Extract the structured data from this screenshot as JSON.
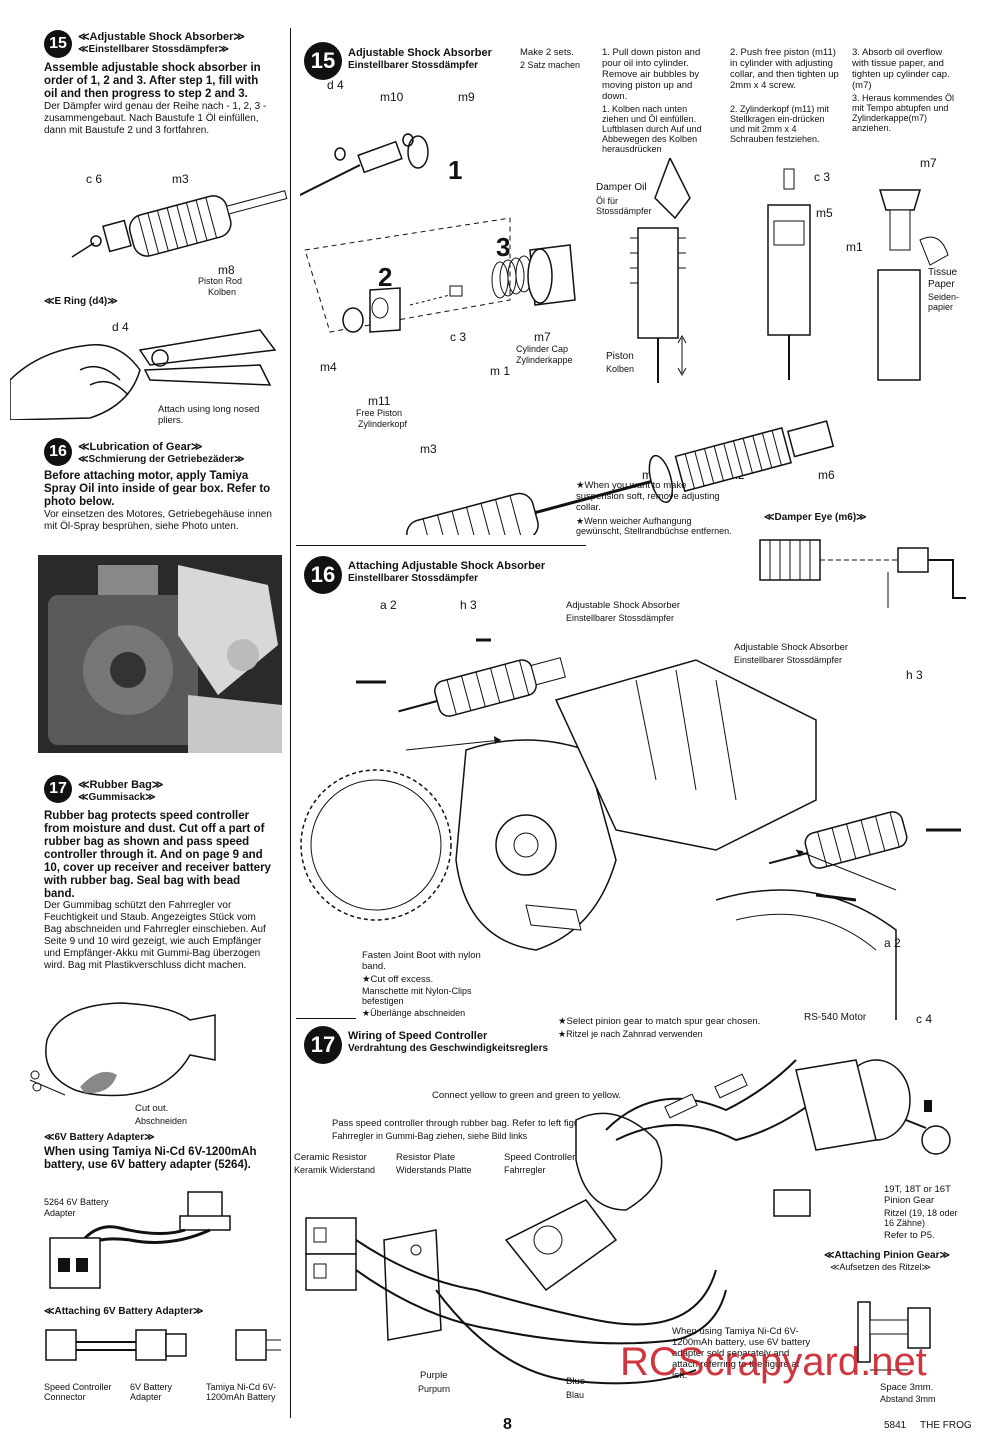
{
  "left": {
    "s15": {
      "num": "15",
      "title_en": "≪Adjustable Shock Absorber≫",
      "title_de": "≪Einstellbarer Stossdämpfer≫",
      "body_en": "Assemble adjustable shock absorber in order of 1, 2 and 3. After step 1, fill with oil and then progress to step 2 and 3.",
      "body_de": "Der Dämpfer wird genau der Reihe nach - 1, 2, 3 - zusammengebaut. Nach Baustufe 1 Öl einfüllen, dann mit Baustufe 2 und 3 fortfahren.",
      "labels": {
        "c6": "c 6",
        "m3": "m3",
        "m8": "m8",
        "piston_rod": "Piston Rod",
        "kolben": "Kolben"
      }
    },
    "ering": {
      "title": "≪E Ring (d4)≫",
      "d4": "d 4",
      "caption": "Attach using long nosed pliers."
    },
    "s16": {
      "num": "16",
      "title_en": "≪Lubrication of Gear≫",
      "title_de": "≪Schmierung der Getriebezäder≫",
      "body_en": "Before attaching motor, apply Tamiya Spray Oil into inside of gear box. Refer to photo below.",
      "body_de": "Vor einsetzen des Motores, Getriebegehäuse innen mit Öl-Spray besprühen, siehe Photo unten."
    },
    "s17": {
      "num": "17",
      "title_en": "≪Rubber Bag≫",
      "title_de": "≪Gummisack≫",
      "body_en": "Rubber bag protects speed controller from moisture and dust. Cut off a part of rubber bag as shown and pass speed controller through it. And on page 9 and 10, cover up receiver and receiver battery with rubber bag. Seal bag with bead band.",
      "body_de": "Der Gummibag schützt den Fahrregler vor Feuchtigkeit und Staub. Angezeigtes Stück vom Bag abschneiden und Fahrregler einschieben. Auf Seite 9 und 10 wird gezeigt, wie auch Empfänger und Empfänger-Akku mit Gummi-Bag überzogen wird. Bag mit Plastikverschluss dicht machen.",
      "cut_en": "Cut out.",
      "cut_de": "Abschneiden"
    },
    "battery": {
      "title": "≪6V Battery Adapter≫",
      "body": "When using Tamiya Ni-Cd 6V-1200mAh battery, use 6V battery adapter (5264).",
      "adapter_label_1": "5264 6V Battery",
      "adapter_label_2": "Adapter",
      "attach_title": "≪Attaching  6V  Battery  Adapter≫",
      "c1": "Speed Controller Connector",
      "c2": "6V Battery Adapter",
      "c3": "Tamiya Ni-Cd 6V-1200mAh Battery"
    }
  },
  "right": {
    "s15": {
      "num": "15",
      "title_en": "Adjustable Shock Absorber",
      "title_de": "Einstellbarer Stossdämpfer",
      "make_en": "Make 2 sets.",
      "make_de": "2 Satz machen",
      "step1_en": "1. Pull down piston and pour oil into cylinder. Remove air bubbles by moving piston up and down.",
      "step1_de": "1. Kolben nach unten ziehen und Öl einfüllen. Luftblasen durch Auf und Abbewegen des Kolben herausdrücken",
      "step2_en": "2. Push free piston (m11) in cylinder with adjusting collar, and then tighten up 2mm x 4 screw.",
      "step2_de": "2. Zylinderkopf (m11) mit Stellkragen ein-drücken und mit 2mm x 4 Schrauben festziehen.",
      "step3_en": "3. Absorb oil overflow with tissue paper, and tighten up cylinder cap.(m7)",
      "step3_de": "3. Heraus kommendes Öl mit Tempo abtupfen und Zylinderkappe(m7) anziehen.",
      "labels": {
        "d4": "d 4",
        "m10": "m10",
        "m9": "m9",
        "one": "1",
        "two": "2",
        "three": "3",
        "c3": "c 3",
        "m4": "m4",
        "m11": "m11",
        "free_piston": "Free Piston",
        "zylinderkopf": "Zylinderkopf",
        "m1": "m 1",
        "m7": "m7",
        "cyl_cap": "Cylinder Cap",
        "zyl_kappe": "Zylinderkappe",
        "damper_oil": "Damper Oil",
        "oil_de_1": "Öl für",
        "oil_de_2": "Stossdämpfer",
        "piston": "Piston",
        "kolben": "Kolben",
        "c3b": "c 3",
        "m5": "m5",
        "m7b": "m7",
        "m1b": "m1",
        "tissue": "Tissue",
        "paper": "Paper",
        "seiden": "Seiden-",
        "papier": "papier",
        "m3": "m3",
        "m5b": "m5",
        "m2": "m2",
        "m6": "m6"
      },
      "soft_note_en": "★When you want to make suspension soft, remove adjusting collar.",
      "soft_note_de": "★Wenn weicher Aufhangung gewünscht, Stellrandbüchse entfernen.",
      "damper_eye": "≪Damper Eye (m6)≫"
    },
    "s16": {
      "num": "16",
      "title_en": "Attaching Adjustable Shock Absorber",
      "title_de": "Einstellbarer Stossdämpfer",
      "a2": "a 2",
      "h3": "h 3",
      "h3b": "h 3",
      "a2b": "a 2",
      "shock_en": "Adjustable Shock Absorber",
      "shock_de": "Einstellbarer Stossdämpfer",
      "shock2_en": "Adjustable Shock Absorber",
      "shock2_de": "Einstellbarer Stossdämpfer",
      "boot_en": "Fasten Joint Boot with nylon band.",
      "boot_note": "★Cut off excess.",
      "boot_de": "Manschette mit Nylon-Clips befestigen",
      "boot_de2": "★Überlänge abschneiden",
      "pinion_en": "★Select pinion gear to match spur gear chosen.",
      "pinion_de": "★Ritzel je nach Zahnrad verwenden"
    },
    "s17": {
      "num": "17",
      "title_en": "Wiring of Speed Controller",
      "title_de": "Verdrahtung des Geschwindigkeitsreglers",
      "motor": "RS-540 Motor",
      "c4": "c 4",
      "connect": "Connect yellow to green and green to yellow.",
      "pass_en": "Pass speed controller through rubber bag. Refer to left figure.",
      "pass_de": "Fahrregler in Gummi-Bag ziehen, siehe Bild links",
      "ceramic_en": "Ceramic Resistor",
      "ceramic_de": "Keramik Widerstand",
      "plate_en": "Resistor Plate",
      "plate_de": "Widerstands Platte",
      "speed_en": "Speed Controller",
      "speed_de": "Fahrregler",
      "pinion_en": "19T, 18T or 16T Pinion Gear",
      "pinion_de": "Ritzel (19, 18 oder 16 Zähne)",
      "refer": "Refer to P5.",
      "attach_pinion": "≪Attaching Pinion Gear≫",
      "attach_pinion_de": "≪Aufsetzen des Ritzel≫",
      "space_en": "Space 3mm.",
      "space_de": "Abstand 3mm",
      "nicd": "When using Tamiya Ni-Cd 6V-1200mAh battery, use 6V battery adapter sold separately and attach referring to the figure at left.",
      "purple_en": "Purple",
      "purple_de": "Purpurn",
      "blue_en": "Blue",
      "blue_de": "Blau"
    }
  },
  "footer": {
    "page": "8",
    "code": "5841",
    "title": "THE FROG",
    "watermark": "RCScrapyard.net"
  },
  "colors": {
    "ink": "#111111",
    "watermark": "#c8141e"
  }
}
